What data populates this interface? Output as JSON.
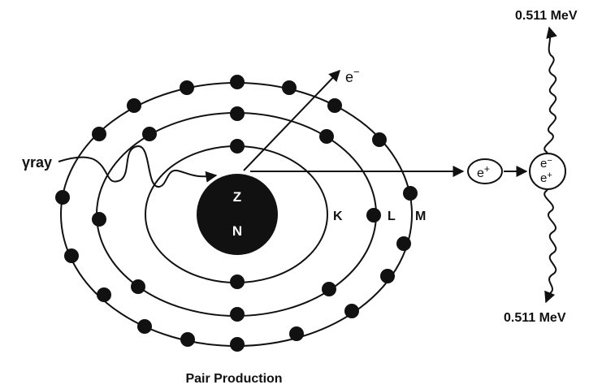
{
  "diagram": {
    "caption": "Pair Production",
    "incoming_label": "γray",
    "nucleus": {
      "z_label": "Z",
      "n_label": "N"
    },
    "shells": {
      "k": "K",
      "l": "L",
      "m": "M"
    },
    "ejected_electron": {
      "base": "e",
      "sign": "−"
    },
    "positron": {
      "base": "e",
      "sign": "+"
    },
    "annihilation": {
      "electron": {
        "base": "e",
        "sign": "−"
      },
      "positron": {
        "base": "e",
        "sign": "+"
      }
    },
    "photon_up_energy": "0.511 MeV",
    "photon_down_energy": "0.511 MeV",
    "colors": {
      "ink": "#111111",
      "background": "#ffffff"
    }
  }
}
